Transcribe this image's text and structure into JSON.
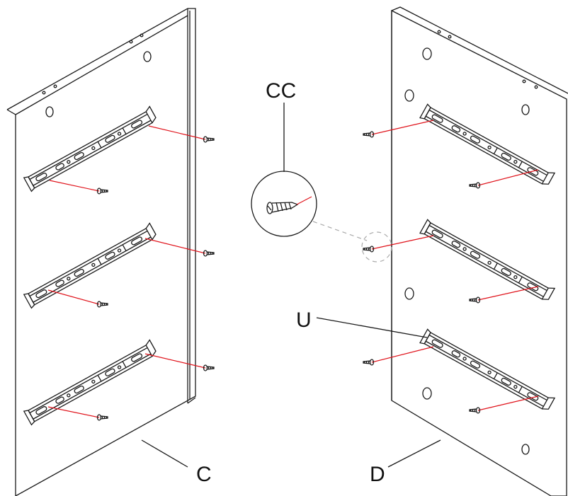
{
  "labels": {
    "left_panel": "C",
    "right_panel": "D",
    "screw_detail": "CC",
    "slide_rail": "U"
  },
  "colors": {
    "line": "#1a1a1a",
    "screw_guide": "#e0141c",
    "detail_leader": "#aaaaaa"
  },
  "icons": {
    "screw": "countersunk-screw-icon",
    "rail": "drawer-slide-rail-icon"
  }
}
